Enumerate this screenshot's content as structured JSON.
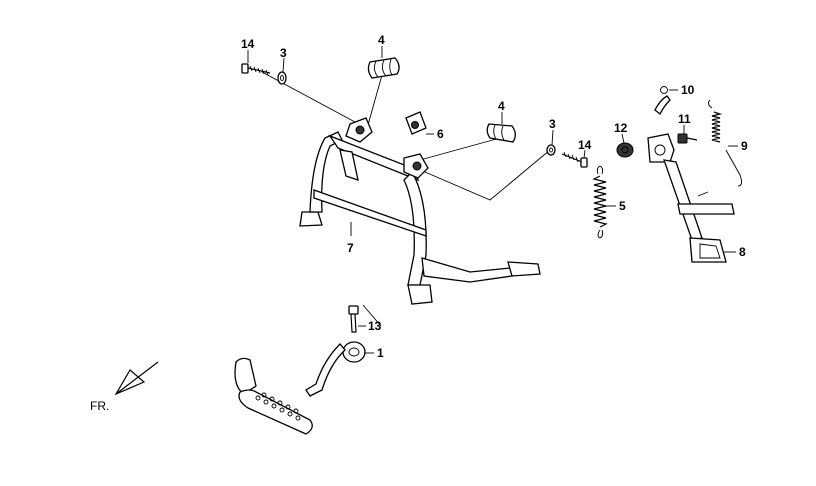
{
  "diagram": {
    "callouts": [
      {
        "id": "c14a",
        "number": "14"
      },
      {
        "id": "c3a",
        "number": "3"
      },
      {
        "id": "c4a",
        "number": "4"
      },
      {
        "id": "c6",
        "number": "6"
      },
      {
        "id": "c4b",
        "number": "4"
      },
      {
        "id": "c3b",
        "number": "3"
      },
      {
        "id": "c14b",
        "number": "14"
      },
      {
        "id": "c12",
        "number": "12"
      },
      {
        "id": "c10",
        "number": "10"
      },
      {
        "id": "c11",
        "number": "11"
      },
      {
        "id": "c9",
        "number": "9"
      },
      {
        "id": "c5",
        "number": "5"
      },
      {
        "id": "c8",
        "number": "8"
      },
      {
        "id": "c7",
        "number": "7"
      },
      {
        "id": "c13",
        "number": "13"
      },
      {
        "id": "c1",
        "number": "1"
      }
    ],
    "direction_label": "FR."
  }
}
